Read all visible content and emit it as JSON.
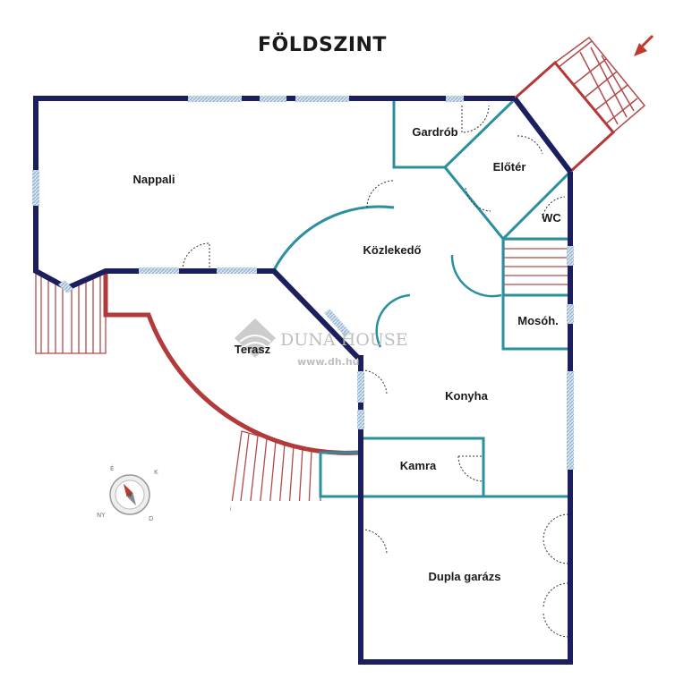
{
  "title": "FÖLDSZINT",
  "rooms": {
    "nappali": "Nappali",
    "gardrob": "Gardrób",
    "eloter": "Előtér",
    "wc": "WC",
    "kozlekedo": "Közlekedő",
    "mosoh": "Mosóh.",
    "terasz": "Terasz",
    "konyha": "Konyha",
    "kamra": "Kamra",
    "garazs": "Dupla garázs"
  },
  "watermark": {
    "brand": "DUNA HOUSE",
    "url": "www.dh.hu"
  },
  "compass": {
    "n": "É",
    "e": "K",
    "s": "D",
    "w": "NY"
  },
  "colors": {
    "outer_wall": "#1b1f5e",
    "inner_wall": "#2a8f9f",
    "terrace": "#b23a3a",
    "stairs": "#b24b4b",
    "window": "#a8c4dc"
  },
  "icons": {
    "entrance": "entrance-arrow-icon",
    "compass": "compass-icon"
  }
}
